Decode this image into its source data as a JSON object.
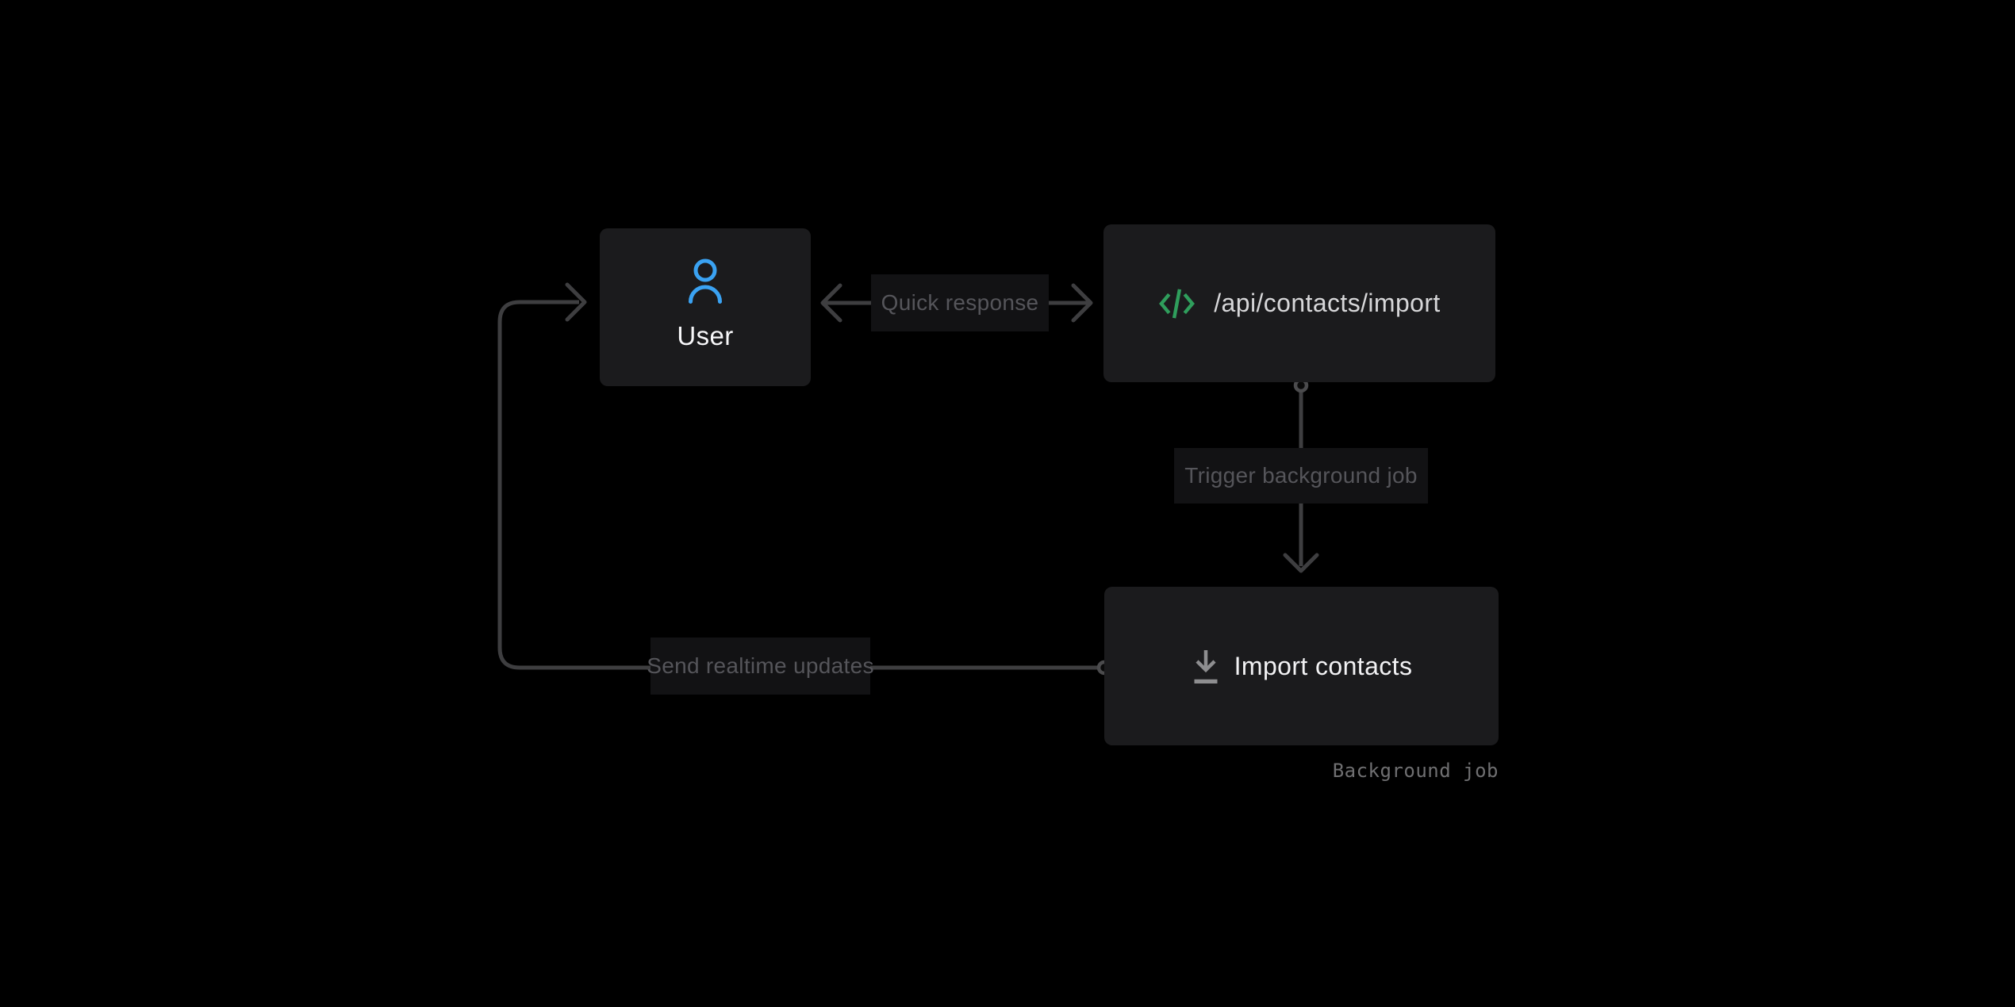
{
  "diagram": {
    "nodes": {
      "user": {
        "title": "User"
      },
      "api": {
        "title": "/api/contacts/import"
      },
      "import_job": {
        "title": "Import contacts",
        "caption": "Background job"
      }
    },
    "edges": {
      "quick_response": {
        "label": "Quick response"
      },
      "trigger": {
        "label": "Trigger background job"
      },
      "realtime": {
        "label": "Send realtime updates"
      }
    },
    "icons": {
      "user": "user-icon",
      "api": "code-xml-icon",
      "import_job": "download-to-line-icon"
    },
    "colors": {
      "background": "#000000",
      "node_bg": "#1b1b1d",
      "node_text": "#f2f2f4",
      "api_text": "#d7d7d9",
      "edge_line": "#3e3e40",
      "edge_label_bg": "#121214",
      "edge_label_text": "#55555a",
      "caption_text": "#6f6f71",
      "accent_blue": "#3aa2f2",
      "accent_green": "#2f9e5c",
      "icon_gray": "#8e8e90",
      "port_ring": "#4b4b4d"
    }
  }
}
